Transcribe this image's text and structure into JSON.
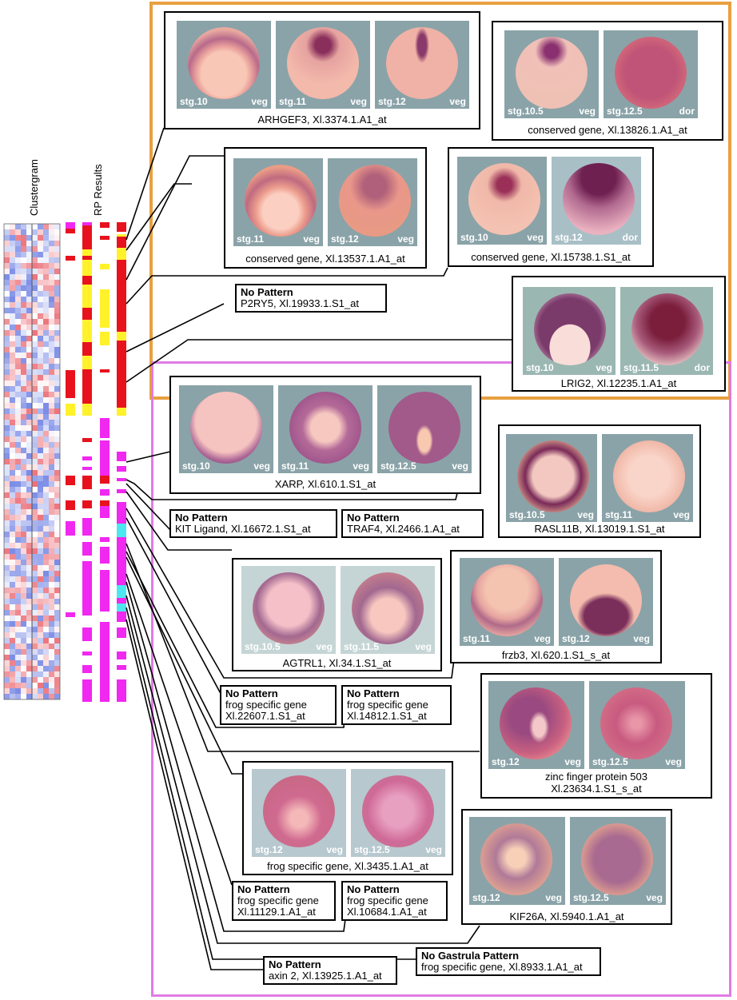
{
  "figure": {
    "left_labels": {
      "clustergram": "Clustergram",
      "rp_results": "RP Results"
    },
    "colors": {
      "orange_group": "#e8a040",
      "magenta_group": "#e07be6",
      "rp_red": "#e8121e",
      "rp_yellow": "#fff22a",
      "rp_magenta": "#f028f0",
      "rp_cyan": "#4ce8f0",
      "heat_red": "#e8707a",
      "heat_blue": "#6a7ee0"
    }
  },
  "genes": [
    {
      "id": "arhgef3",
      "caption": "ARHGEF3, Xl.3374.1.A1_at",
      "group": "orange",
      "images": [
        {
          "stage": "stg.10",
          "view": "veg"
        },
        {
          "stage": "stg.11",
          "view": "veg"
        },
        {
          "stage": "stg.12",
          "view": "veg"
        }
      ]
    },
    {
      "id": "xl13826",
      "caption": "conserved gene, Xl.13826.1.A1_at",
      "group": "orange",
      "images": [
        {
          "stage": "stg.10.5",
          "view": "veg"
        },
        {
          "stage": "stg.12.5",
          "view": "dor"
        }
      ]
    },
    {
      "id": "xl13537",
      "caption": "conserved gene, Xl.13537.1.A1_at",
      "group": "orange",
      "images": [
        {
          "stage": "stg.11",
          "view": "veg"
        },
        {
          "stage": "stg.12",
          "view": "veg"
        }
      ]
    },
    {
      "id": "xl15738",
      "caption": "conserved gene, Xl.15738.1.S1_at",
      "group": "orange",
      "images": [
        {
          "stage": "stg.10",
          "view": "veg"
        },
        {
          "stage": "stg.12",
          "view": "dor"
        }
      ]
    },
    {
      "id": "lrig2",
      "caption": "LRIG2, Xl.12235.1.A1_at",
      "group": "orange",
      "images": [
        {
          "stage": "stg.10",
          "view": "veg"
        },
        {
          "stage": "stg.11.5",
          "view": "dor"
        }
      ]
    },
    {
      "id": "xarp",
      "caption": "XARP, Xl.610.1.S1_at",
      "group": "magenta",
      "images": [
        {
          "stage": "stg.10",
          "view": "veg"
        },
        {
          "stage": "stg.11",
          "view": "veg"
        },
        {
          "stage": "stg.12.5",
          "view": "veg"
        }
      ]
    },
    {
      "id": "rasl11b",
      "caption": "RASL11B, Xl.13019.1.S1_at",
      "group": "magenta",
      "images": [
        {
          "stage": "stg.10.5",
          "view": "veg"
        },
        {
          "stage": "stg.11",
          "view": "veg"
        }
      ]
    },
    {
      "id": "agtrl1",
      "caption": "AGTRL1, Xl.34.1.S1_at",
      "group": "magenta",
      "images": [
        {
          "stage": "stg.10.5",
          "view": "veg"
        },
        {
          "stage": "stg.11.5",
          "view": "veg"
        }
      ]
    },
    {
      "id": "frzb3",
      "caption": "frzb3, Xl.620.1.S1_s_at",
      "group": "magenta",
      "images": [
        {
          "stage": "stg.11",
          "view": "veg"
        },
        {
          "stage": "stg.12",
          "view": "veg"
        }
      ]
    },
    {
      "id": "znf503",
      "caption_line1": "zinc finger protein 503",
      "caption_line2": "Xl.23634.1.S1_s_at",
      "group": "magenta",
      "images": [
        {
          "stage": "stg.12",
          "view": "veg"
        },
        {
          "stage": "stg.12.5",
          "view": "veg"
        }
      ]
    },
    {
      "id": "xl3435",
      "caption": "frog specific gene, Xl.3435.1.A1_at",
      "group": "magenta",
      "images": [
        {
          "stage": "stg.12",
          "view": "veg"
        },
        {
          "stage": "stg.12.5",
          "view": "veg"
        }
      ]
    },
    {
      "id": "kif26a",
      "caption": "KIF26A, Xl.5940.1.A1_at",
      "group": "magenta",
      "images": [
        {
          "stage": "stg.12",
          "view": "veg"
        },
        {
          "stage": "stg.12.5",
          "view": "veg"
        }
      ]
    }
  ],
  "no_pattern": [
    {
      "id": "p2ry5",
      "title": "No Pattern",
      "lines": [
        "P2RY5, Xl.19933.1.S1_at"
      ]
    },
    {
      "id": "kitl",
      "title": "No Pattern",
      "lines": [
        "KIT Ligand, Xl.16672.1.S1_at"
      ]
    },
    {
      "id": "traf4",
      "title": "No Pattern",
      "lines": [
        "TRAF4, Xl.2466.1.A1_at"
      ]
    },
    {
      "id": "xl22607",
      "title": "No Pattern",
      "lines": [
        "frog specific gene",
        "Xl.22607.1.S1_at"
      ]
    },
    {
      "id": "xl14812",
      "title": "No Pattern",
      "lines": [
        "frog specific gene",
        "Xl.14812.1.S1_at"
      ]
    },
    {
      "id": "xl11129",
      "title": "No Pattern",
      "lines": [
        "frog specific gene",
        "Xl.11129.1.A1_at"
      ]
    },
    {
      "id": "xl10684",
      "title": "No Pattern",
      "lines": [
        "frog specific gene",
        "Xl.10684.1.A1_at"
      ]
    },
    {
      "id": "axin2",
      "title": "No Pattern",
      "lines": [
        "axin 2, Xl.13925.1.A1_at"
      ]
    },
    {
      "id": "xl8933",
      "title": "No Gastrula Pattern",
      "lines": [
        "frog specific gene, Xl.8933.1.A1_at"
      ]
    }
  ]
}
